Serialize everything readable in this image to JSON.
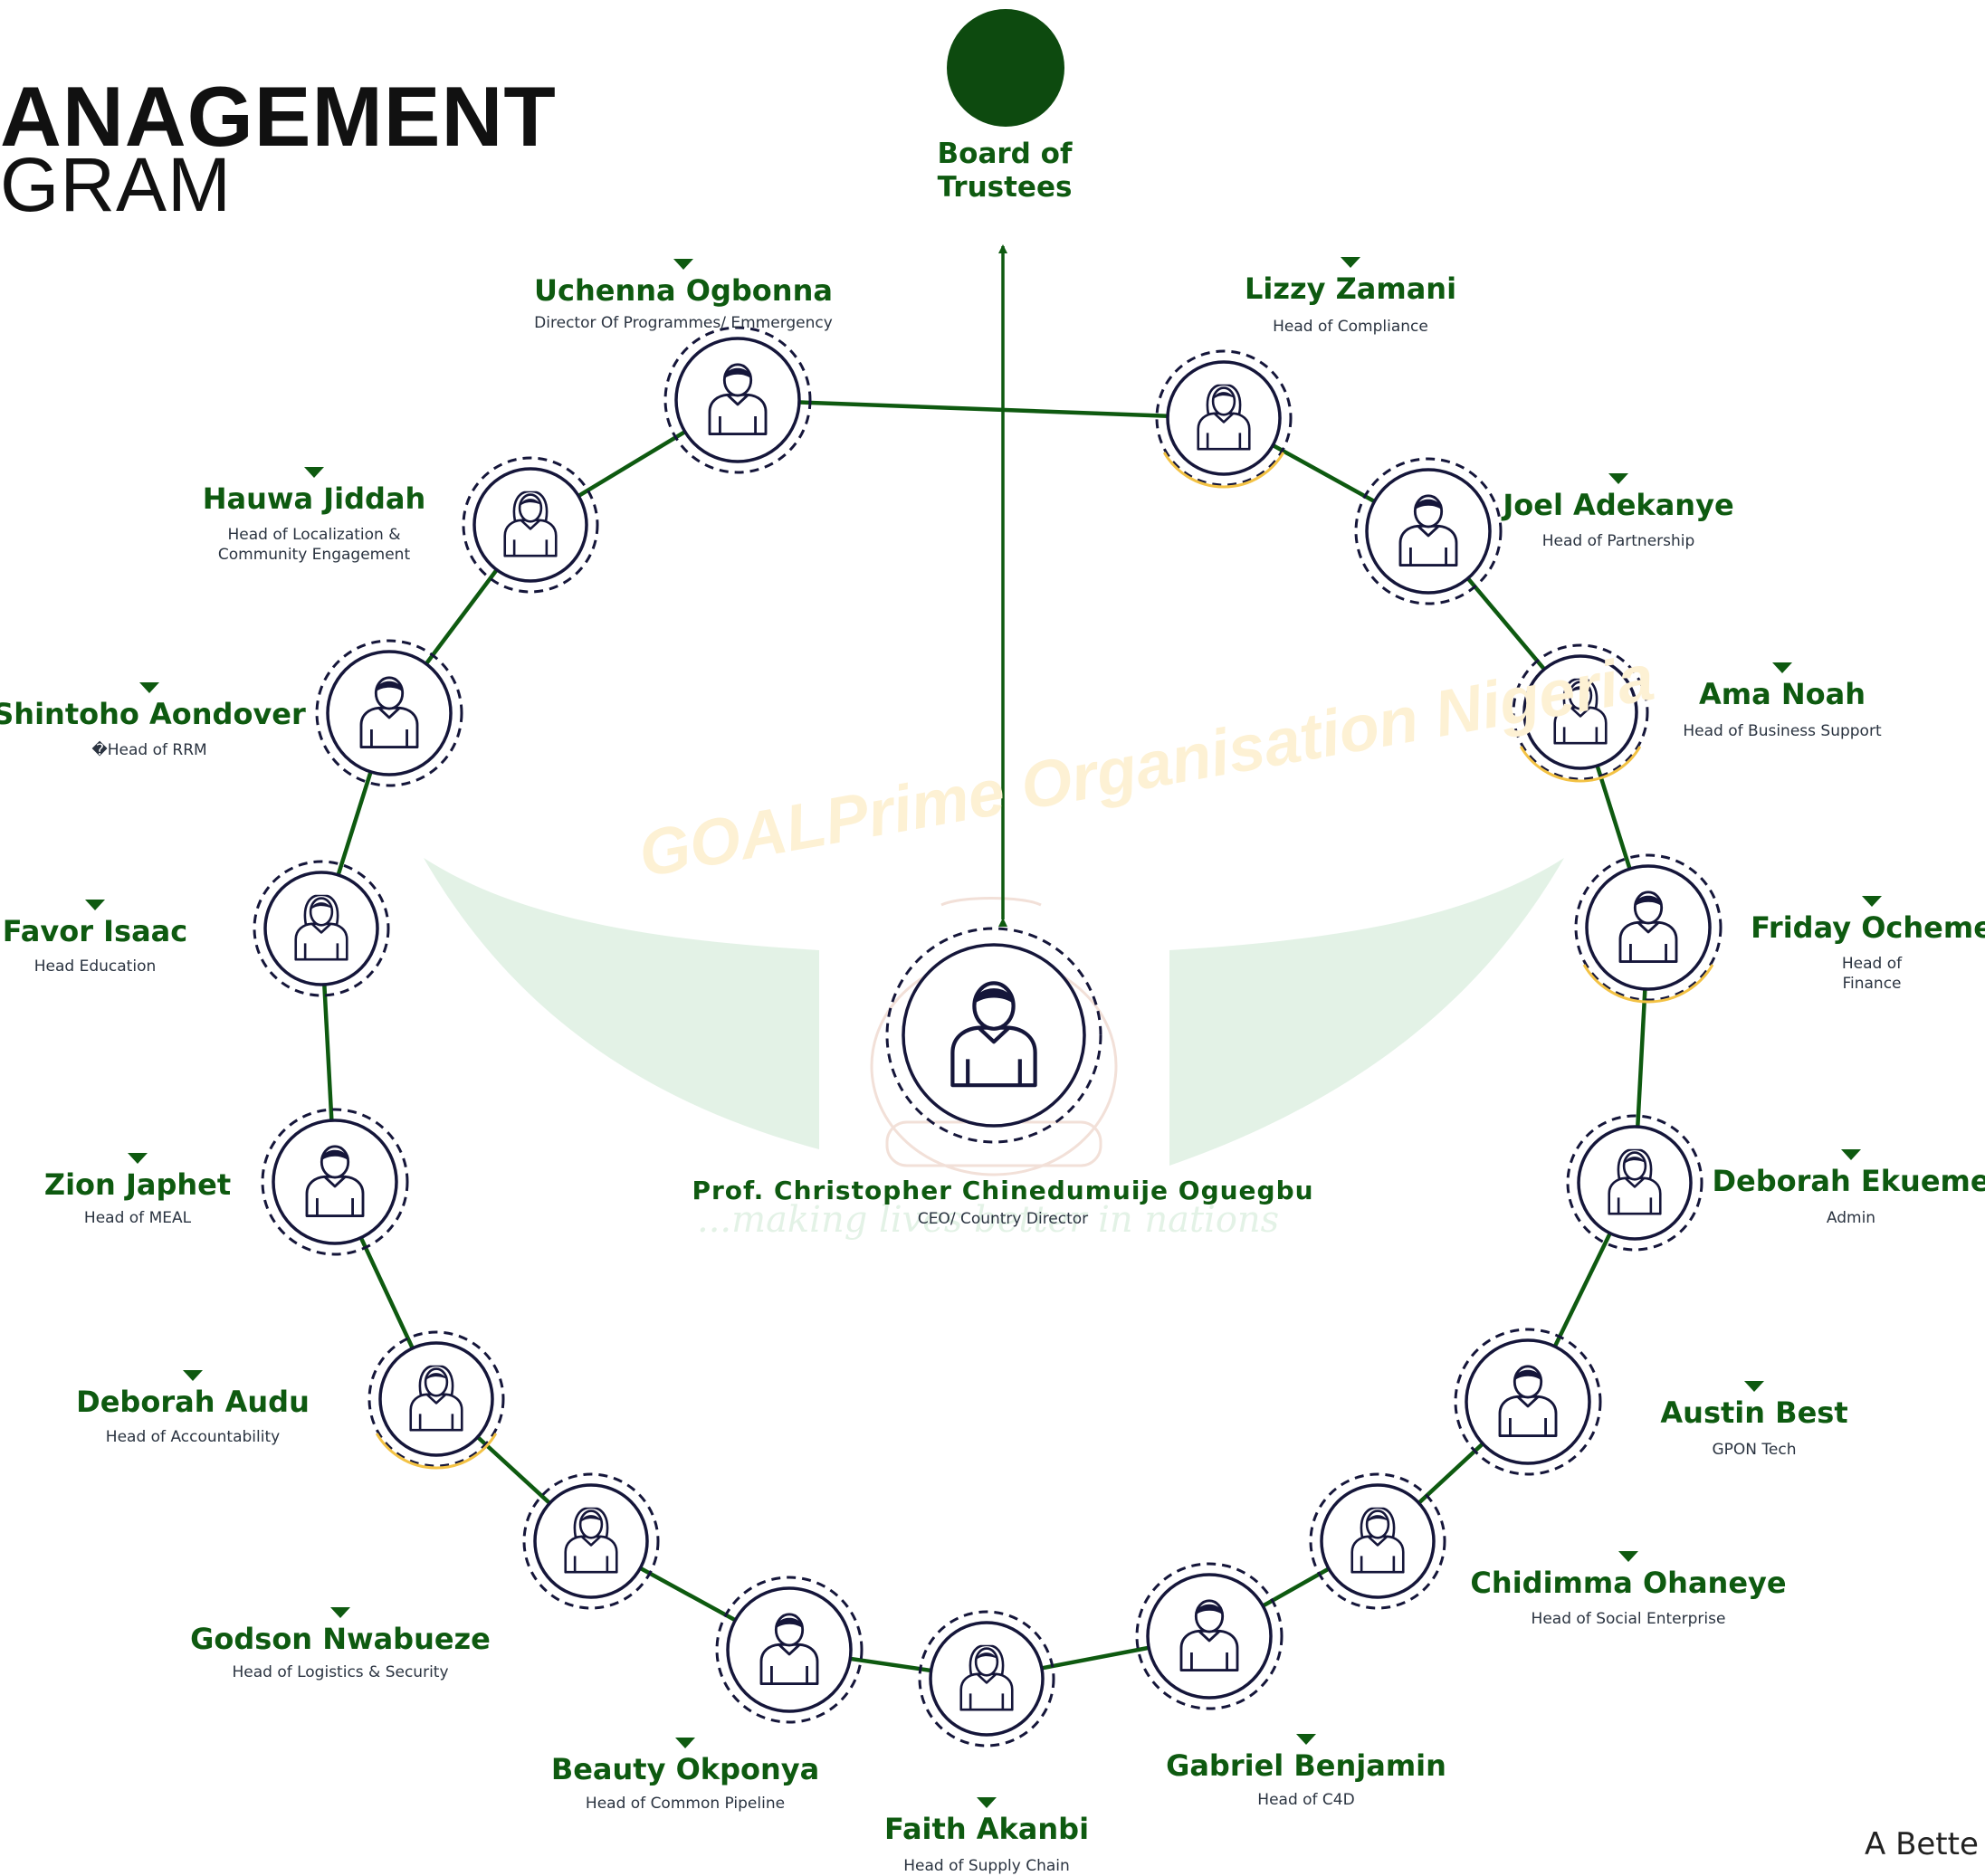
{
  "title": {
    "line1": "ANAGEMENT",
    "line2": "GRAM"
  },
  "board": {
    "label": "Board of Trustees"
  },
  "watermark": {
    "text": "GOALPrime Organisation Nigeria",
    "tagline": "...making lives better in nations"
  },
  "ceo": {
    "name": "Prof. Christopher Chinedumuije Oguegbu",
    "role": "CEO/ Country Director",
    "icon": "male-person-icon"
  },
  "members": [
    {
      "name": "Uchenna Ogbonna",
      "role": "Director Of Programmes/ Emmergency",
      "icon": "male-person-icon"
    },
    {
      "name": "Hauwa Jiddah",
      "role": "Head of Localization &\nCommunity Engagement",
      "icon": "female-person-icon"
    },
    {
      "name": "Shintoho Aondover",
      "role": "�Head of RRM",
      "icon": "male-person-icon"
    },
    {
      "name": "Favor Isaac",
      "role": "Head Education",
      "icon": "female-person-icon"
    },
    {
      "name": "Zion Japhet",
      "role": "Head of MEAL",
      "icon": "male-person-icon"
    },
    {
      "name": "Deborah Audu",
      "role": "Head of Accountability",
      "icon": "female-person-icon"
    },
    {
      "name": "Godson Nwabueze",
      "role": "Head of Logistics & Security",
      "icon": "female-person-icon"
    },
    {
      "name": "Beauty Okponya",
      "role": "Head of Common Pipeline",
      "icon": "male-person-icon"
    },
    {
      "name": "Faith Akanbi",
      "role": "Head of Supply Chain",
      "icon": "female-person-icon"
    },
    {
      "name": "Gabriel Benjamin",
      "role": "Head of C4D",
      "icon": "male-person-icon"
    },
    {
      "name": "Chidimma Ohaneye",
      "role": "Head of Social Enterprise",
      "icon": "female-person-icon"
    },
    {
      "name": "Austin Best",
      "role": "GPON Tech",
      "icon": "male-person-icon"
    },
    {
      "name": "Deborah Ekueme",
      "role": "Admin",
      "icon": "female-person-icon"
    },
    {
      "name": "Friday Ocheme",
      "role": "Head of Finance",
      "icon": "male-person-icon"
    },
    {
      "name": "Ama Noah",
      "role": "Head of Business Support",
      "icon": "female-person-icon"
    },
    {
      "name": "Joel Adekanye",
      "role": "Head of Partnership",
      "icon": "male-person-icon"
    },
    {
      "name": "Lizzy Zamani",
      "role": "Head of Compliance",
      "icon": "female-person-icon"
    }
  ],
  "footer": {
    "text": "A Bette"
  },
  "colors": {
    "green": "#0e5a10",
    "navy": "#15163a",
    "gold": "#f3c244",
    "mint": "#e3f2e6"
  }
}
